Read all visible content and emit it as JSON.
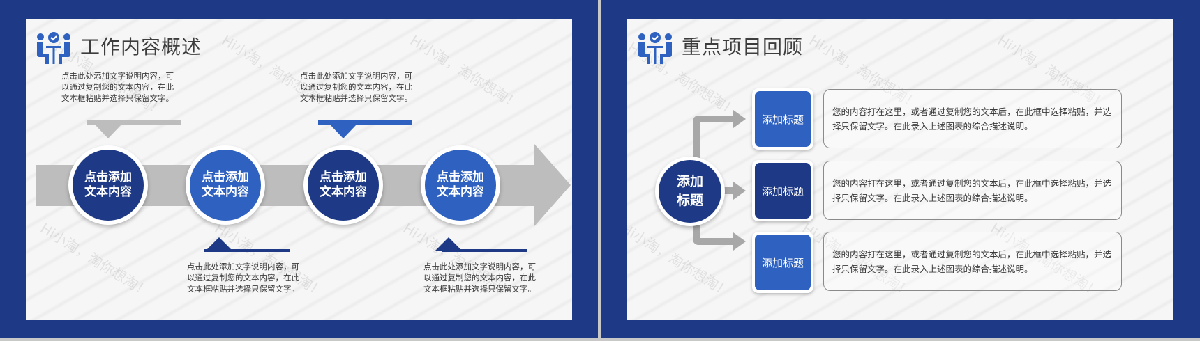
{
  "watermark": "Hi小淘，淘你想淘！",
  "colors": {
    "navy": "#1e3a86",
    "blue": "#2f62c0",
    "gray": "#bdbdbd",
    "frame": "#1e3a86"
  },
  "left_slide": {
    "title": "工作内容概述",
    "header_icon": "team-meeting-check-icon",
    "steps": [
      {
        "label": "点击添加文本内容",
        "color": "navy"
      },
      {
        "label": "点击添加文本内容",
        "color": "blue"
      },
      {
        "label": "点击添加文本内容",
        "color": "navy"
      },
      {
        "label": "点击添加文本内容",
        "color": "blue"
      }
    ],
    "notes": [
      {
        "text": "点击此处添加文字说明内容，可以通过复制您的文本内容，在此文本框粘贴并选择只保留文字。",
        "position": "top",
        "step": 1
      },
      {
        "text": "点击此处添加文字说明内容，可以通过复制您的文本内容，在此文本框粘贴并选择只保留文字。",
        "position": "bottom",
        "step": 2
      },
      {
        "text": "点击此处添加文字说明内容，可以通过复制您的文本内容，在此文本框粘贴并选择只保留文字。",
        "position": "top",
        "step": 3
      },
      {
        "text": "点击此处添加文字说明内容，可以通过复制您的文本内容，在此文本框粘贴并选择只保留文字。",
        "position": "bottom",
        "step": 4
      }
    ]
  },
  "right_slide": {
    "title": "重点项目回顾",
    "header_icon": "team-meeting-check-icon",
    "hub_label": "添加标题",
    "items": [
      {
        "tag": "添加标题",
        "color": "blue",
        "desc": "您的内容打在这里，或者通过复制您的文本后，在此框中选择粘贴，并选择只保留文字。在此录入上述图表的综合描述说明。"
      },
      {
        "tag": "添加标题",
        "color": "navy",
        "desc": "您的内容打在这里，或者通过复制您的文本后，在此框中选择粘贴，并选择只保留文字。在此录入上述图表的综合描述说明。"
      },
      {
        "tag": "添加标题",
        "color": "blue",
        "desc": "您的内容打在这里，或者通过复制您的文本后，在此框中选择粘贴，并选择只保留文字。在此录入上述图表的综合描述说明。"
      }
    ]
  }
}
